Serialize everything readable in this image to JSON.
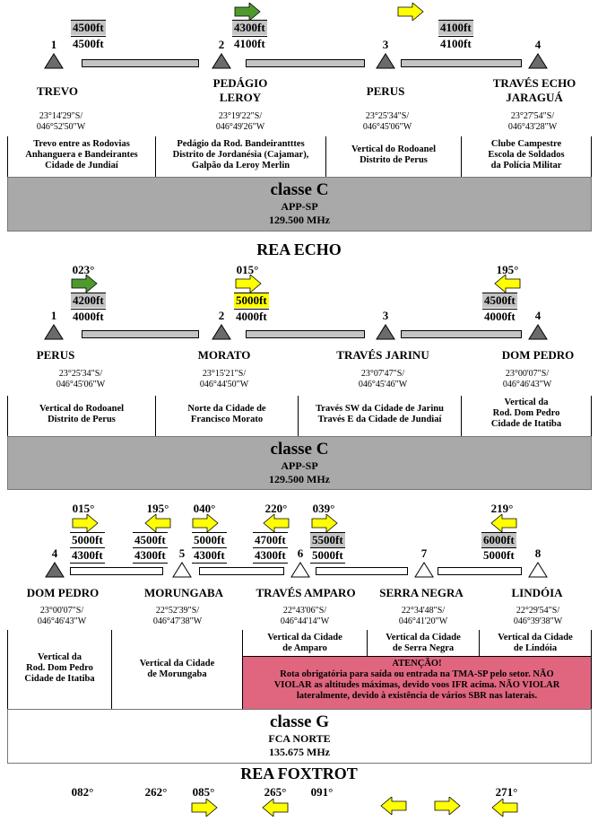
{
  "colors": {
    "green": "#4f9a2e",
    "yellow": "#ffff00",
    "gray": "#c4c4c4",
    "pink": "#e06680"
  },
  "s1": {
    "points": [
      {
        "n": "1",
        "name": [
          "TREVO"
        ],
        "coord": [
          "23°14'29\"S/",
          "046°52'50\"W"
        ],
        "shape": "filled"
      },
      {
        "n": "2",
        "name": [
          "PEDÁGIO",
          "LEROY"
        ],
        "coord": [
          "23°19'22\"S/",
          "046°49'26\"W"
        ],
        "shape": "filled"
      },
      {
        "n": "3",
        "name": [
          "PERUS"
        ],
        "coord": [
          "23°25'34\"S/",
          "046°45'06\"W"
        ],
        "shape": "filled"
      },
      {
        "n": "4",
        "name": [
          "TRAVÉS  ECHO",
          "JARAGUÁ"
        ],
        "coord": [
          "23°27'54\"S/",
          "046°43'28\"W"
        ],
        "shape": "filled"
      }
    ],
    "legs": [
      {
        "top": "4500ft",
        "bottom": "4500ft",
        "arrow": "none"
      },
      {
        "top": "4300ft",
        "bottom": "4100ft",
        "arrow": "green-right"
      },
      {
        "top": "4100ft",
        "bottom": "4100ft",
        "arrow": "yellow-right"
      }
    ],
    "desc": [
      [
        "Trevo entre as Rodovias",
        "Anhanguera e Bandeirantes",
        "Cidade de Jundiaí"
      ],
      [
        "Pedágio da Rod. Bandeirantttes",
        "Distrito de Jordanésia (Cajamar),",
        "Galpão da Leroy Merlin"
      ],
      [
        "Vertical do Rodoanel",
        "Distrito de Perus"
      ],
      [
        "Clube Campestre",
        "Escola de Soldados",
        "da Polícia Militar"
      ]
    ],
    "cls": "classe C",
    "sub1": "APP-SP",
    "sub2": "129.500 MHz"
  },
  "s2": {
    "title": "REA ECHO",
    "points": [
      {
        "n": "1",
        "name": [
          "PERUS"
        ],
        "coord": [
          "23°25'34\"S/",
          "046°45'06\"W"
        ]
      },
      {
        "n": "2",
        "name": [
          "MORATO"
        ],
        "coord": [
          "23°15'21\"S/",
          "046°44'50\"W"
        ]
      },
      {
        "n": "3",
        "name": [
          "TRAVÉS JARINU"
        ],
        "coord": [
          "23°07'47\"S/",
          "046°45'46\"W"
        ]
      },
      {
        "n": "4",
        "name": [
          "DOM PEDRO"
        ],
        "coord": [
          "23°00'07\"S/",
          "046°46'43\"W"
        ]
      }
    ],
    "legs": [
      {
        "hdg": "023°",
        "top": "4200ft",
        "bottom": "4000ft"
      },
      {
        "hdg": "015°",
        "top": "5000ft",
        "bottom": "4000ft"
      },
      {
        "hdg": "195°",
        "top": "4500ft",
        "bottom": "4000ft"
      }
    ],
    "desc": [
      [
        "Vertical do Rodoanel",
        "Distrito de Perus"
      ],
      [
        "Norte da Cidade de",
        "Francisco Morato"
      ],
      [
        "Través SW da Cidade de Jarinu",
        "Través E da Cidade de Jundiaí"
      ],
      [
        "Vertical da",
        "Rod. Dom Pedro",
        "Cidade de Itatiba"
      ]
    ],
    "cls": "classe C",
    "sub1": "APP-SP",
    "sub2": "129.500 MHz"
  },
  "s3": {
    "points": [
      {
        "n": "4",
        "name": [
          "DOM PEDRO"
        ],
        "coord": [
          "23°00'07\"S/",
          "046°46'43\"W"
        ]
      },
      {
        "n": "5",
        "name": [
          "MORUNGABA"
        ],
        "coord": [
          "22°52'39\"S/",
          "046°47'38\"W"
        ]
      },
      {
        "n": "6",
        "name": [
          "TRAVÉS AMPARO"
        ],
        "coord": [
          "22°43'06\"S/",
          "046°44'14\"W"
        ]
      },
      {
        "n": "7",
        "name": [
          "SERRA NEGRA"
        ],
        "coord": [
          "22°34'48\"S/",
          "046°41'20\"W"
        ]
      },
      {
        "n": "8",
        "name": [
          "LINDÓIA"
        ],
        "coord": [
          "22°29'54\"S/",
          "046°39'38\"W"
        ]
      }
    ],
    "legs": [
      {
        "hdgA": "015°",
        "topA": "5000ft",
        "botA": "4300ft",
        "hdgB": "195°",
        "topB": "4500ft",
        "botB": "4300ft"
      },
      {
        "hdgA": "040°",
        "topA": "5000ft",
        "botA": "4300ft",
        "hdgB": "220°",
        "topB": "4700ft",
        "botB": "4300ft"
      },
      {
        "hdgA": "039°",
        "topA": "5500ft",
        "botA": "5000ft"
      },
      {
        "hdgA": "219°",
        "topA": "6000ft",
        "botA": "5000ft"
      }
    ],
    "desc": [
      [
        "Vertical da",
        "Rod. Dom Pedro",
        "Cidade de Itatiba"
      ],
      [
        "Vertical da Cidade",
        "de Morungaba"
      ],
      [
        "Vertical da Cidade",
        "de Amparo"
      ],
      [
        "Vertical da Cidade",
        "de Serra Negra"
      ],
      [
        "Vertical da Cidade",
        "de Lindóia"
      ]
    ],
    "warning": [
      "ATENÇÃO!",
      "Rota obrigatória para saída ou entrada na TMA-SP pelo setor. NÃO",
      "VIOLAR as altitudes máximas, devido voos IFR acima. NÃO VIOLAR",
      "lateralmente, devido à existência de vários SBR nas laterais."
    ],
    "cls": "classe G",
    "sub1": "FCA NORTE",
    "sub2": "135.675 MHz"
  },
  "s4": {
    "title": "REA FOXTROT",
    "hdgs": [
      "082°",
      "262°",
      "085°",
      "265°",
      "091°",
      "271°"
    ]
  }
}
